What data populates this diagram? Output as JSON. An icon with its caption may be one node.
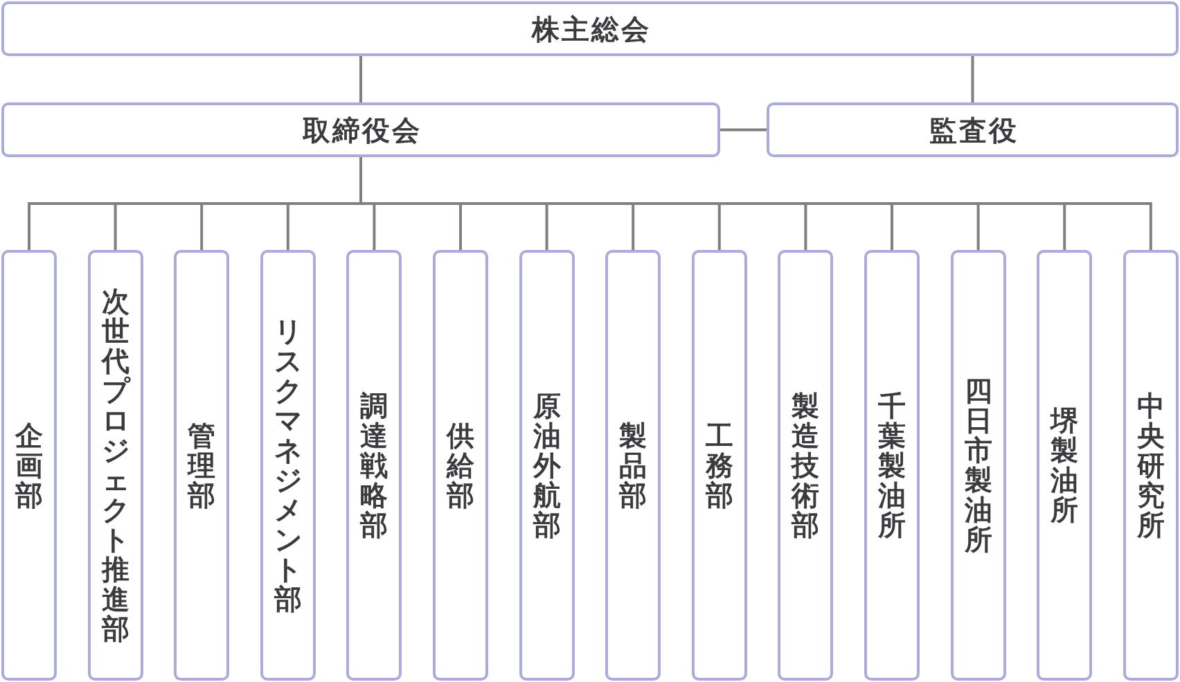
{
  "diagram": {
    "nodes": [
      {
        "text": [
          "株主総会"
        ]
      },
      {
        "text": [
          "取締役会"
        ]
      },
      {
        "text": [
          "監査役"
        ]
      },
      {
        "text": [
          "企画部"
        ]
      },
      {
        "text": [
          "次世代プロジェクト推進部"
        ]
      },
      {
        "text": [
          "管理部"
        ]
      },
      {
        "text": [
          "リスクマネジメント部"
        ]
      },
      {
        "text": [
          "調達戦略部"
        ]
      },
      {
        "text": [
          "供給部"
        ]
      },
      {
        "text": [
          "原油外航部"
        ]
      },
      {
        "text": [
          "製品部"
        ]
      },
      {
        "text": [
          "工務部"
        ]
      },
      {
        "text": [
          "製造技術部"
        ]
      },
      {
        "text": [
          "千葉製油所"
        ]
      },
      {
        "text": [
          "四日市製油所"
        ]
      },
      {
        "text": [
          "堺製油所"
        ]
      },
      {
        "text": [
          "中央研究所"
        ]
      }
    ],
    "edges": [
      {
        "from": 0,
        "to": 1,
        "arrow": "none"
      },
      {
        "from": 0,
        "to": 2,
        "arrow": "none"
      },
      {
        "from": 1,
        "to": 2,
        "arrow": "none"
      },
      {
        "from": 1,
        "to": 3,
        "arrow": "none"
      },
      {
        "from": 1,
        "to": 4,
        "arrow": "none"
      },
      {
        "from": 1,
        "to": 5,
        "arrow": "none"
      },
      {
        "from": 1,
        "to": 6,
        "arrow": "none"
      },
      {
        "from": 1,
        "to": 7,
        "arrow": "none"
      },
      {
        "from": 1,
        "to": 8,
        "arrow": "none"
      },
      {
        "from": 1,
        "to": 9,
        "arrow": "none"
      },
      {
        "from": 1,
        "to": 10,
        "arrow": "none"
      },
      {
        "from": 1,
        "to": 11,
        "arrow": "none"
      },
      {
        "from": 1,
        "to": 12,
        "arrow": "none"
      },
      {
        "from": 1,
        "to": 13,
        "arrow": "none"
      },
      {
        "from": 1,
        "to": 14,
        "arrow": "none"
      },
      {
        "from": 1,
        "to": 15,
        "arrow": "none"
      },
      {
        "from": 1,
        "to": 16,
        "arrow": "none"
      }
    ]
  }
}
